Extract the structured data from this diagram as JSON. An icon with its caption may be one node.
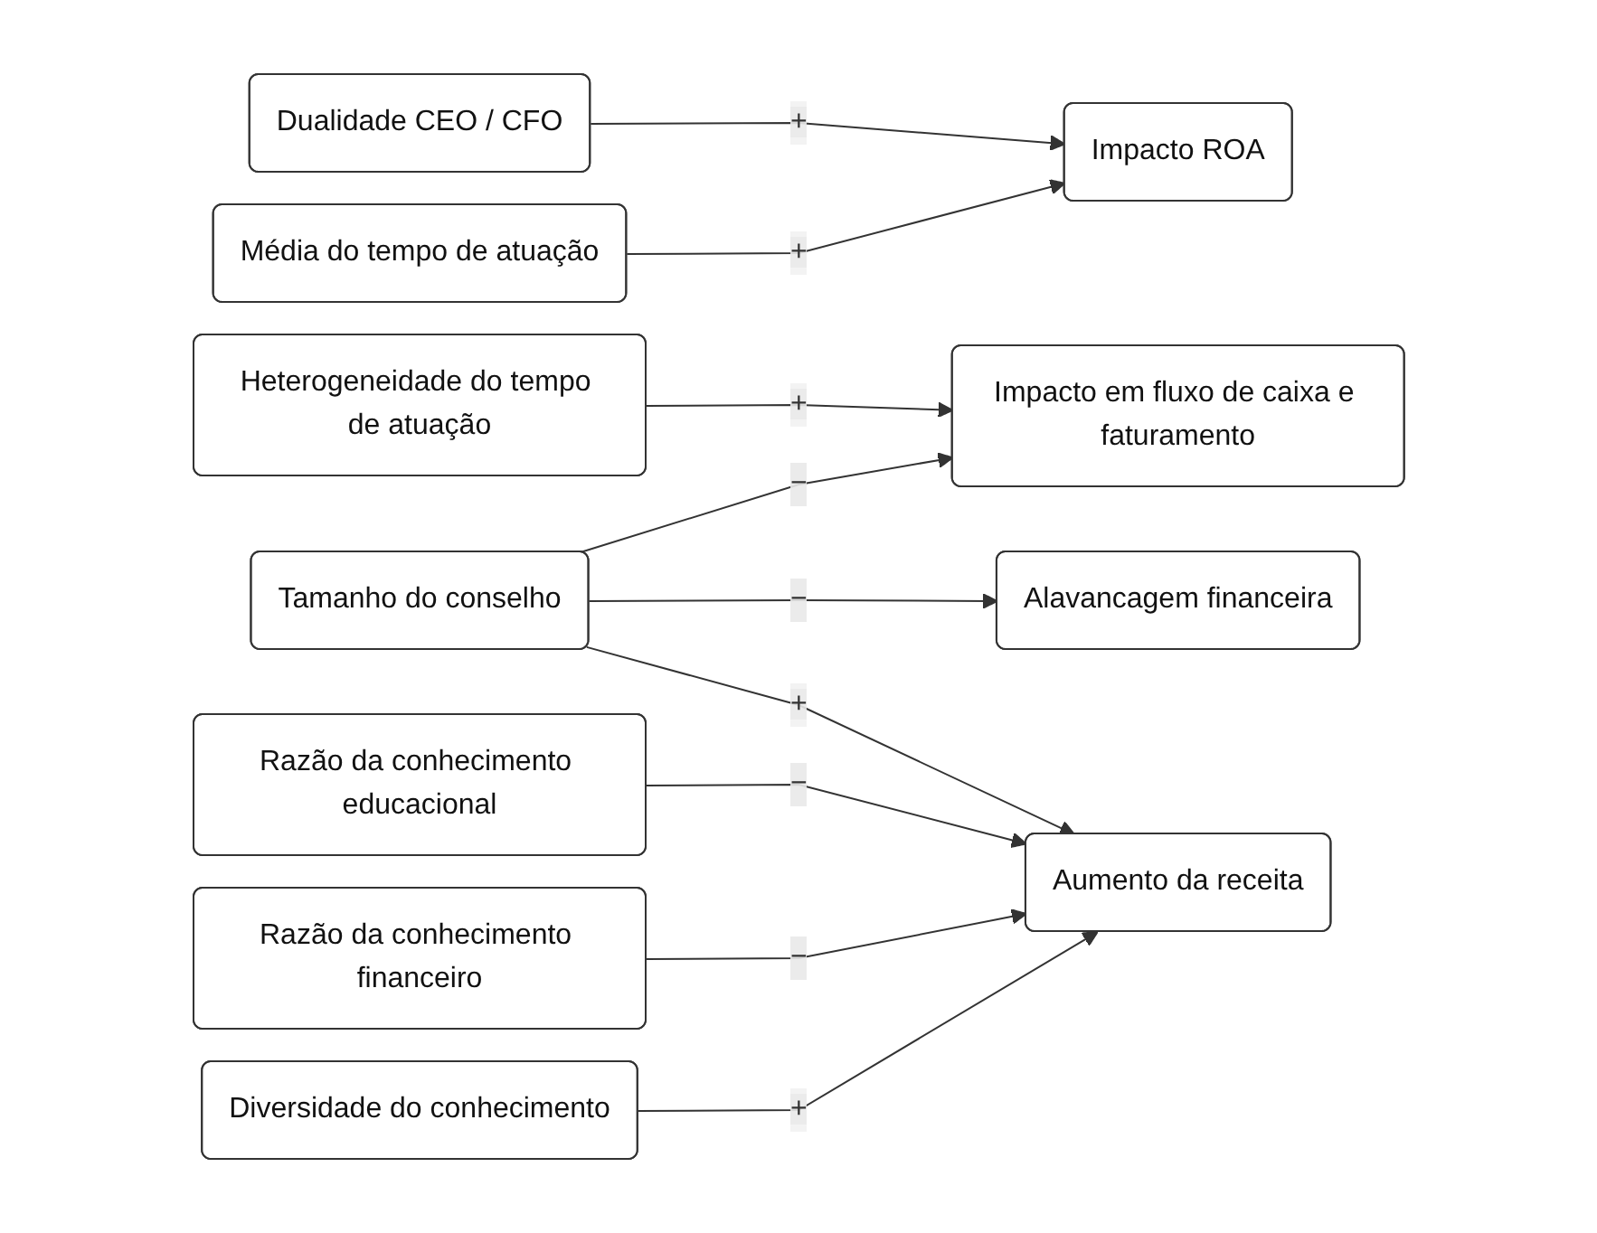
{
  "diagram": {
    "nodes": [
      {
        "text": [
          "Dualidade CEO / CFO"
        ]
      },
      {
        "text": [
          "Média do tempo de atuação"
        ]
      },
      {
        "text": [
          "Heterogeneidade do tempo de atuação"
        ]
      },
      {
        "text": [
          "Tamanho do conselho"
        ]
      },
      {
        "text": [
          "Razão da conhecimento educacional"
        ]
      },
      {
        "text": [
          "Razão da conhecimento financeiro"
        ]
      },
      {
        "text": [
          "Diversidade do conhecimento"
        ]
      },
      {
        "text": [
          "Impacto ROA"
        ]
      },
      {
        "text": [
          "Impacto em fluxo de caixa e faturamento"
        ]
      },
      {
        "text": [
          "Alavancagem financeira"
        ]
      },
      {
        "text": [
          "Aumento da receita"
        ]
      }
    ],
    "edges": [
      {
        "from": 0,
        "to": 7,
        "arrow": "to",
        "label": "+"
      },
      {
        "from": 1,
        "to": 7,
        "arrow": "to",
        "label": "+"
      },
      {
        "from": 2,
        "to": 8,
        "arrow": "to",
        "label": "+"
      },
      {
        "from": 3,
        "to": 8,
        "arrow": "to",
        "label": "−"
      },
      {
        "from": 3,
        "to": 9,
        "arrow": "to",
        "label": "−"
      },
      {
        "from": 3,
        "to": 10,
        "arrow": "to",
        "label": "+"
      },
      {
        "from": 4,
        "to": 10,
        "arrow": "to",
        "label": "−"
      },
      {
        "from": 5,
        "to": 10,
        "arrow": "to",
        "label": "−"
      },
      {
        "from": 6,
        "to": 10,
        "arrow": "to",
        "label": "+"
      }
    ]
  }
}
